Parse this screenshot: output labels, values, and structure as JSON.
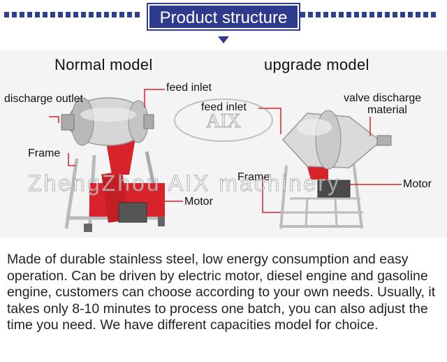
{
  "header": {
    "title": "Product structure"
  },
  "models": {
    "normal_title": "Normal model",
    "upgrade_title": "upgrade model"
  },
  "labels_normal": {
    "discharge_outlet": "discharge outlet",
    "feed_inlet": "feed inlet",
    "frame": "Frame",
    "motor": "Motor"
  },
  "labels_upgrade": {
    "feed_inlet": "feed inlet",
    "valve_discharge_line1": "valve discharge",
    "valve_discharge_line2": "material",
    "frame": "Frame",
    "motor": "Motor"
  },
  "watermark": {
    "text": "ZhengZhou AIX machinery",
    "logo_text": "AIX"
  },
  "description": "Made of durable stainless steel, low energy consumption and easy operation. Can be driven by electric motor, diesel engine and gasoline engine, customers can choose according to your own needs. Usually, it takes only 8-10 minutes to process one batch, you can also adjust the time you need. We have different capacities model for choice.",
  "colors": {
    "accent": "#2e3b8c",
    "machine_red": "#d8232a",
    "steel": "#c9c9c9"
  }
}
